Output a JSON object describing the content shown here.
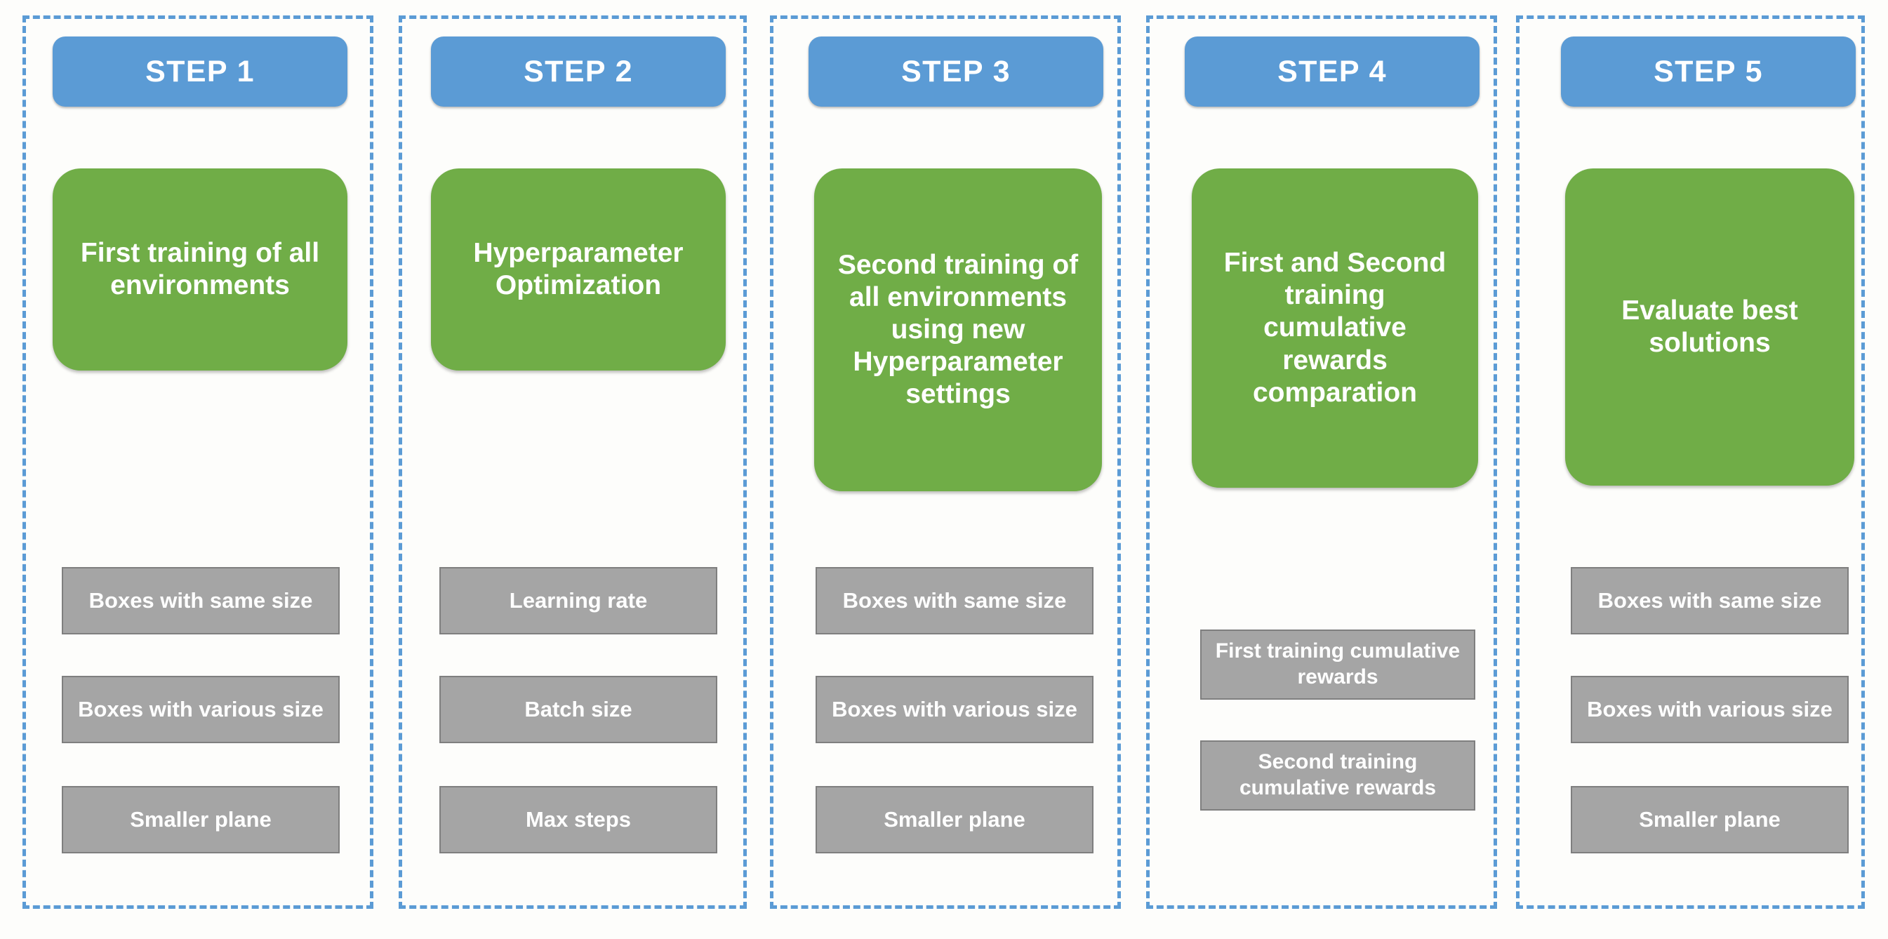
{
  "palette": {
    "blue": "#5B9BD5",
    "green": "#70AD47",
    "grey_fill": "#A5A5A5",
    "grey_border": "#7F7F7F",
    "text_on_color": "#FFFFFF",
    "background": "#FDFDFB"
  },
  "diagram": {
    "type": "process-flow",
    "orientation": "horizontal",
    "step_count": 5
  },
  "columns": [
    {
      "header": "STEP 1",
      "action": "First training of all environments",
      "items": [
        "Boxes with same size",
        "Boxes with various size",
        "Smaller plane"
      ]
    },
    {
      "header": "STEP 2",
      "action": "Hyperparameter Optimization",
      "items": [
        "Learning rate",
        "Batch size",
        "Max steps"
      ]
    },
    {
      "header": "STEP 3",
      "action": "Second training of all environments using new Hyperparameter settings",
      "items": [
        "Boxes with same size",
        "Boxes with various size",
        "Smaller plane"
      ]
    },
    {
      "header": "STEP 4",
      "action": "First and Second training cumulative rewards comparation",
      "items": [
        "First training cumulative rewards",
        "Second training cumulative rewards"
      ]
    },
    {
      "header": "STEP 5",
      "action": "Evaluate best solutions",
      "items": [
        "Boxes with same size",
        "Boxes with various size",
        "Smaller plane"
      ]
    }
  ]
}
